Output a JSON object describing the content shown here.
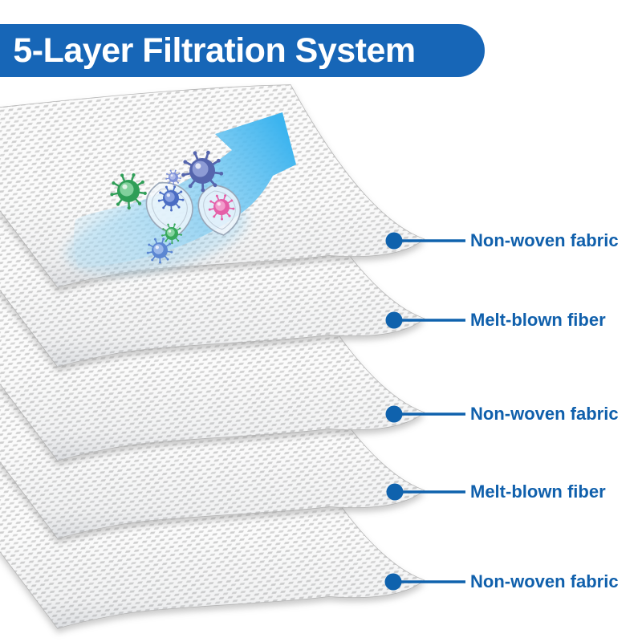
{
  "title": "5-Layer Filtration System",
  "layers": [
    {
      "label": "Non-woven fabric"
    },
    {
      "label": "Melt-blown fiber"
    },
    {
      "label": "Non-woven fabric"
    },
    {
      "label": "Melt-blown fiber"
    },
    {
      "label": "Non-woven fabric"
    }
  ],
  "colors": {
    "banner_blue": "#1766b7",
    "label_blue": "#1060ac",
    "dot_blue": "#0f62ad",
    "arrow_blue": "#3cb4ef",
    "fabric_dash_gray": "#d5d5d5"
  },
  "icons": [
    "airflow-arrow-icon",
    "virus-icon",
    "shield-icon",
    "layer-dot-icon"
  ]
}
